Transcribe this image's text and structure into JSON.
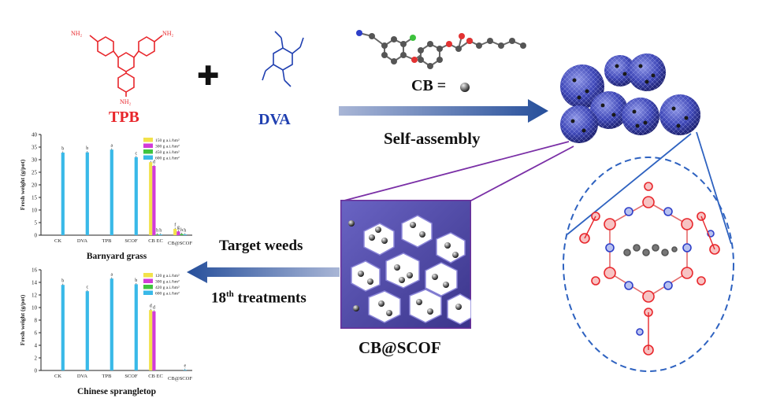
{
  "molecules": {
    "tpb": {
      "name": "TPB",
      "amine": "NH₂",
      "color": "#e8262b"
    },
    "dva": {
      "name": "DVA",
      "color": "#1f3fb0"
    },
    "plus": "✚"
  },
  "cb_legend": {
    "text": "CB ="
  },
  "arrows": {
    "self_assembly": "Self-assembly",
    "target_weeds": "Target weeds",
    "treatments_num": "18",
    "treatments_sup": "th",
    "treatments_text": " treatments",
    "color": "#264f9b"
  },
  "product": {
    "label": "CB@SCOF"
  },
  "colors": {
    "cof_purple": "#5b55b0",
    "sphere_blue": "#3f48b8",
    "bar_cyan": "#39b9e8",
    "bar_yellow": "#f2e24a",
    "bar_magenta": "#d23bd8",
    "bar_green": "#3fc43f"
  },
  "chart_data": [
    {
      "type": "bar",
      "title": "Barnyard grass",
      "ylabel": "Fresh weight (g/pot)",
      "categories": [
        "CK",
        "DVA",
        "TPB",
        "SCOF",
        "CB EC",
        "CB@SCOF"
      ],
      "ylim": [
        0,
        40
      ],
      "yticks": [
        0,
        5,
        10,
        15,
        20,
        25,
        30,
        35,
        40
      ],
      "legend": [
        "150  g a.i./hm²",
        "300  g a.i./hm²",
        "450  g a.i./hm²",
        "600  g a.i./hm²"
      ],
      "legend_position": "top-right",
      "series_colors": [
        "#f2e24a",
        "#d23bd8",
        "#3fc43f",
        "#39b9e8"
      ],
      "bars": [
        {
          "category": "CK",
          "dose": 3,
          "value": 32.8,
          "letter": "b"
        },
        {
          "category": "DVA",
          "dose": 3,
          "value": 32.9,
          "letter": "b"
        },
        {
          "category": "TPB",
          "dose": 3,
          "value": 34.0,
          "letter": "a"
        },
        {
          "category": "SCOF",
          "dose": 3,
          "value": 31.0,
          "letter": "c"
        },
        {
          "category": "CB EC",
          "dose": 0,
          "value": 29.0,
          "letter": "d"
        },
        {
          "category": "CB EC",
          "dose": 1,
          "value": 27.5,
          "letter": "d"
        },
        {
          "category": "CB EC",
          "dose": 2,
          "value": 0.3,
          "letter": "h"
        },
        {
          "category": "CB EC",
          "dose": 3,
          "value": 0.3,
          "letter": "h"
        },
        {
          "category": "CB@SCOF",
          "dose": 0,
          "value": 2.5,
          "letter": "f"
        },
        {
          "category": "CB@SCOF",
          "dose": 1,
          "value": 1.5,
          "letter": "g"
        },
        {
          "category": "CB@SCOF",
          "dose": 2,
          "value": 0.5,
          "letter": "h"
        },
        {
          "category": "CB@SCOF",
          "dose": 3,
          "value": 0.3,
          "letter": "h"
        }
      ]
    },
    {
      "type": "bar",
      "title": "Chinese sprangletop",
      "ylabel": "Fresh weight (g/pot)",
      "categories": [
        "CK",
        "DVA",
        "TPB",
        "SCOF",
        "CB EC",
        "CB@SCOF"
      ],
      "ylim": [
        0,
        16
      ],
      "yticks": [
        0,
        2,
        4,
        6,
        8,
        10,
        12,
        14,
        16
      ],
      "legend": [
        "120  g a.i./hm²",
        "300  g a.i./hm²",
        "420  g a.i./hm²",
        "600  g a.i./hm²"
      ],
      "legend_position": "top-right",
      "series_colors": [
        "#f2e24a",
        "#d23bd8",
        "#3fc43f",
        "#39b9e8"
      ],
      "bars": [
        {
          "category": "CK",
          "dose": 3,
          "value": 13.6,
          "letter": "b"
        },
        {
          "category": "DVA",
          "dose": 3,
          "value": 12.6,
          "letter": "c"
        },
        {
          "category": "TPB",
          "dose": 3,
          "value": 14.6,
          "letter": "a"
        },
        {
          "category": "SCOF",
          "dose": 3,
          "value": 13.7,
          "letter": "b"
        },
        {
          "category": "CB EC",
          "dose": 0,
          "value": 9.6,
          "letter": "d"
        },
        {
          "category": "CB EC",
          "dose": 1,
          "value": 9.4,
          "letter": "d"
        },
        {
          "category": "CB@SCOF",
          "dose": 3,
          "value": 0.1,
          "letter": "e"
        }
      ]
    }
  ]
}
